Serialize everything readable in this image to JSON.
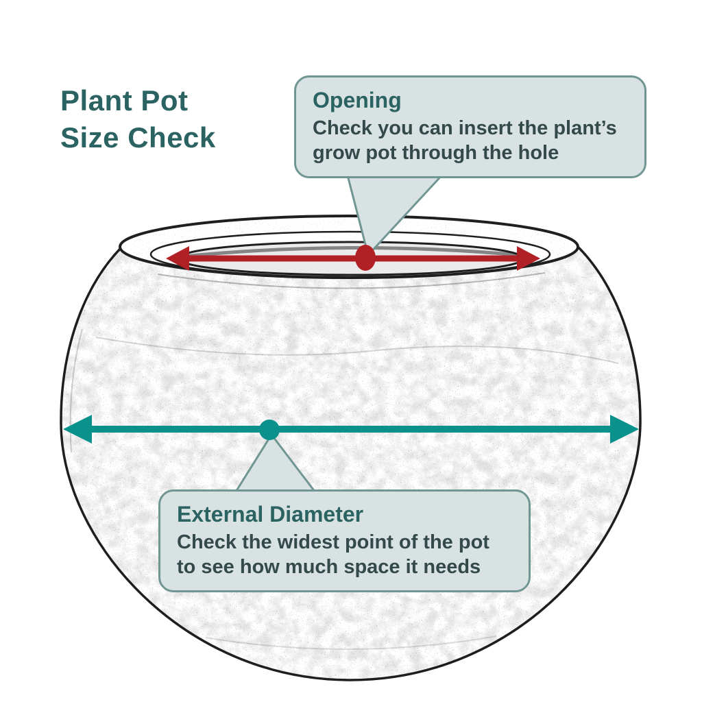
{
  "title": {
    "lines": [
      "Plant Pot",
      "Size Check"
    ]
  },
  "callouts": {
    "opening": {
      "heading": "Opening",
      "lines": [
        "Check you can insert the plant’s",
        "grow pot through the hole"
      ]
    },
    "external_diameter": {
      "heading": "External Diameter",
      "lines": [
        "Check the widest point of the pot",
        "to see how much space it needs"
      ]
    }
  },
  "colors": {
    "heading": "#2b6362",
    "body": "#33494a",
    "callout_bg": "#d9e2e2",
    "callout_border": "#6f9693",
    "opening_arrow": "#b02025",
    "diameter_arrow": "#0b918c",
    "sketch_ink": "#1f1f1f"
  }
}
